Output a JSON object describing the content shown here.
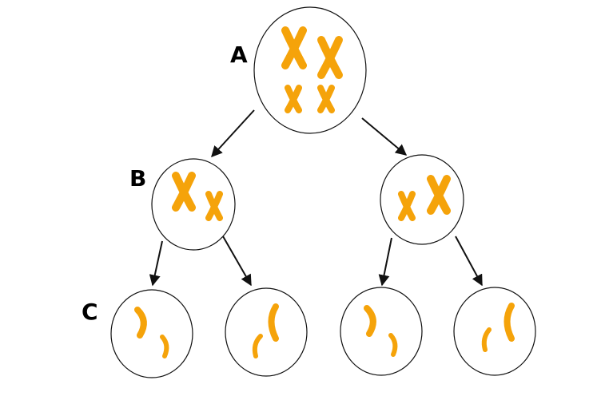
{
  "labels": {
    "level_a": "A",
    "level_b": "B",
    "level_c": "C"
  },
  "colors": {
    "chromosome": "#F5A30A",
    "outline": "#111111",
    "background": "#FFFFFF"
  }
}
